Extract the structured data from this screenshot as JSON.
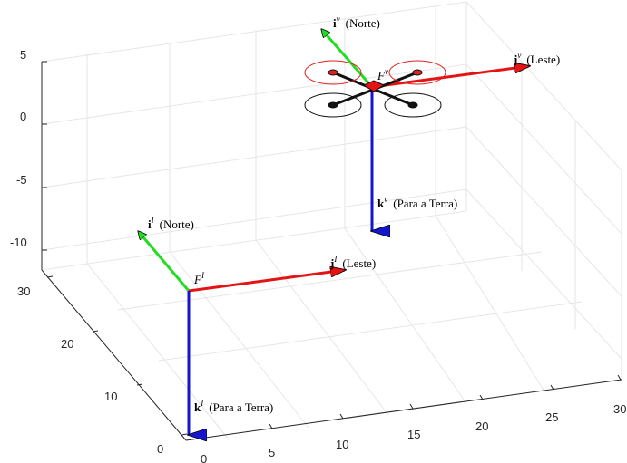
{
  "figure": {
    "axis_ticks": {
      "x": [
        "0",
        "5",
        "10",
        "15",
        "20",
        "25",
        "30"
      ],
      "y": [
        "0",
        "10",
        "20",
        "30"
      ],
      "z": [
        "5",
        "0",
        "-5",
        "-10"
      ]
    },
    "inertial_frame": {
      "name": "F",
      "name_sup": "I",
      "i": {
        "vec": "i",
        "sup": "I",
        "text": "(Norte)"
      },
      "j": {
        "vec": "j",
        "sup": "I",
        "text": "(Leste)"
      },
      "k": {
        "vec": "k",
        "sup": "I",
        "text": "(Para a Terra)"
      }
    },
    "vehicle_frame": {
      "name": "F",
      "name_sup": "v",
      "i": {
        "vec": "i",
        "sup": "v",
        "text": "(Norte)"
      },
      "j": {
        "vec": "j",
        "sup": "v",
        "text": "(Leste)"
      },
      "k": {
        "vec": "k",
        "sup": "v",
        "text": "(Para a Terra)"
      }
    },
    "colors": {
      "north_axis": "#22dd22",
      "east_axis": "#e41414",
      "down_axis": "#1515cc",
      "front_rotor": "#dd2222",
      "rear_rotor": "#111111",
      "grid": "#e6e6e6",
      "axis": "#262626"
    }
  }
}
